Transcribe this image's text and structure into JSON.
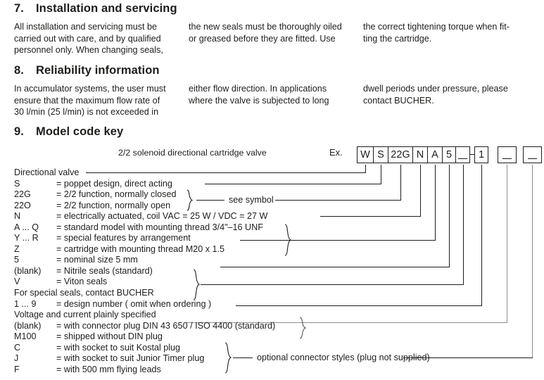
{
  "document": {
    "sections": [
      {
        "number": "7.",
        "title": "Installation and servicing",
        "columns": [
          [
            "All installation and servicing  must be",
            "carried out with care, and by qualified",
            "personnel only. When changing seals,"
          ],
          [
            "the new seals must be thoroughly oiled",
            "or greased before they are fitted. Use"
          ],
          [
            "the correct tightening torque when fit-",
            "ting the cartridge."
          ]
        ]
      },
      {
        "number": "8.",
        "title": "Reliability information",
        "columns": [
          [
            "In accumulator systems, the user must",
            "ensure that the maximum flow rate of",
            "30 l/min (25 l/min) is not exceeded in"
          ],
          [
            "either flow direction. In applications",
            "where the valve is subjected to long"
          ],
          [
            "dwell periods under pressure, please",
            "contact BUCHER."
          ]
        ]
      },
      {
        "number": "9.",
        "title": "Model code key"
      }
    ]
  },
  "model_code": {
    "caption": "2/2 solenoid directional cartridge valve",
    "example_label": "Ex.",
    "separator": "–",
    "boxes": [
      {
        "text": "W",
        "underscore": false
      },
      {
        "text": "S",
        "underscore": false
      },
      {
        "text": "22G",
        "underscore": false
      },
      {
        "text": "N",
        "underscore": false
      },
      {
        "text": "A",
        "underscore": false
      },
      {
        "text": "5",
        "underscore": false
      },
      {
        "text": "",
        "underscore": true
      },
      {
        "text": "1",
        "underscore": false
      },
      {
        "text": "",
        "underscore": true
      },
      {
        "text": "",
        "underscore": true
      }
    ]
  },
  "legend": {
    "rows": [
      {
        "key": "Directional valve",
        "desc": "",
        "wide": true
      },
      {
        "key": "S",
        "desc": "= poppet design, direct acting"
      },
      {
        "key": "22G",
        "desc": "= 2/2 function, normally closed"
      },
      {
        "key": "22O",
        "desc": "= 2/2 function, normally open"
      },
      {
        "key": "N",
        "desc": "= electrically actuated, coil VAC = 25 W  /  VDC = 27 W"
      },
      {
        "key": "A ... Q",
        "desc": "= standard model with mounting thread 3/4\"–16 UNF"
      },
      {
        "key": "Y ... R",
        "desc": "= special features by arrangement"
      },
      {
        "key": "Z",
        "desc": "= cartridge with mounting thread M20 x 1.5"
      },
      {
        "key": "5",
        "desc": "= nominal size 5 mm"
      },
      {
        "key": "(blank)",
        "desc": "= Nitrile seals (standard)"
      },
      {
        "key": "V",
        "desc": "= Viton seals"
      },
      {
        "key": "For special seals, contact BUCHER",
        "desc": "",
        "wide": true
      },
      {
        "key": "1 ... 9",
        "desc": "= design number  ( omit when ordering )"
      },
      {
        "key": "Voltage and current plainly specified",
        "desc": "",
        "wide": true
      },
      {
        "key": "(blank)",
        "desc": "= with connector plug DIN 43 650 / ISO 4400 (standard)"
      },
      {
        "key": "M100",
        "desc": "= shipped without DIN plug"
      },
      {
        "key": "C",
        "desc": "= with socket to suit Kostal plug"
      },
      {
        "key": "J",
        "desc": "= with socket to suit Junior Timer plug"
      },
      {
        "key": "F",
        "desc": "= with 500 mm flying leads"
      }
    ],
    "annotations": {
      "see_symbol": "see symbol",
      "optional_connector": "optional connector styles (plug not supplied)"
    }
  }
}
